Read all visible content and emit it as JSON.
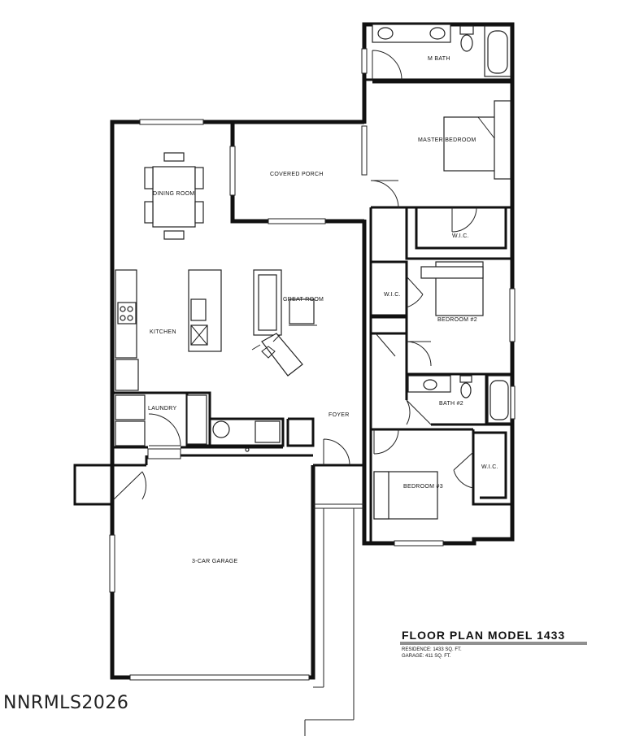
{
  "rooms": {
    "m_bath": "M BATH",
    "master_bedroom": "MASTER BEDROOM",
    "covered_porch": "COVERED PORCH",
    "dining_room": "DINING ROOM",
    "wic_master": "W.I.C.",
    "great_room": "GREAT ROOM",
    "wic_bed2": "W.I.C.",
    "bedroom2": "BEDROOM #2",
    "kitchen": "KITCHEN",
    "bath2": "BATH #2",
    "laundry": "LAUNDRY",
    "foyer": "FOYER",
    "wic_bed3": "W.I.C.",
    "bedroom3": "BEDROOM #3",
    "garage": "3-CAR GARAGE"
  },
  "title_block": {
    "title": "FLOOR PLAN MODEL 1433",
    "residence": "RESIDENCE: 1433 SQ. FT.",
    "garage": "GARAGE: 411 SQ. FT."
  },
  "watermark": "NNRMLS2026"
}
